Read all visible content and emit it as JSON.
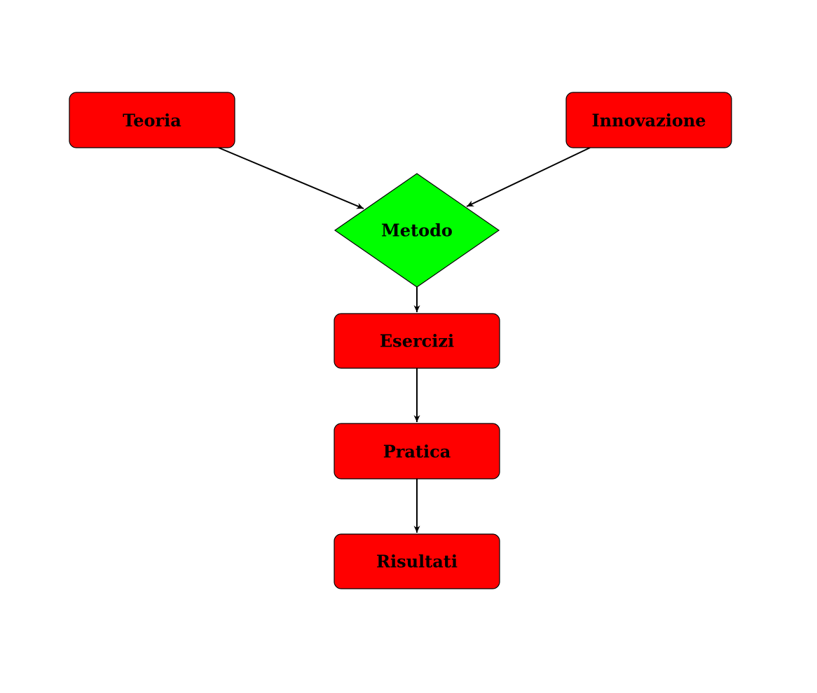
{
  "diagram": {
    "nodes": {
      "teoria": {
        "label": "Teoria",
        "shape": "rounded-rect",
        "fill": "#ff0000"
      },
      "innovazione": {
        "label": "Innovazione",
        "shape": "rounded-rect",
        "fill": "#ff0000"
      },
      "metodo": {
        "label": "Metodo",
        "shape": "diamond",
        "fill": "#00ff00"
      },
      "esercizi": {
        "label": "Esercizi",
        "shape": "rounded-rect",
        "fill": "#ff0000"
      },
      "pratica": {
        "label": "Pratica",
        "shape": "rounded-rect",
        "fill": "#ff0000"
      },
      "risultati": {
        "label": "Risultati",
        "shape": "rounded-rect",
        "fill": "#ff0000"
      }
    },
    "edges": [
      {
        "from": "teoria",
        "to": "metodo"
      },
      {
        "from": "innovazione",
        "to": "metodo"
      },
      {
        "from": "metodo",
        "to": "esercizi"
      },
      {
        "from": "esercizi",
        "to": "pratica"
      },
      {
        "from": "pratica",
        "to": "risultati"
      }
    ],
    "colors": {
      "box_fill": "#ff0000",
      "decision_fill": "#00ff00",
      "stroke": "#000000"
    }
  }
}
